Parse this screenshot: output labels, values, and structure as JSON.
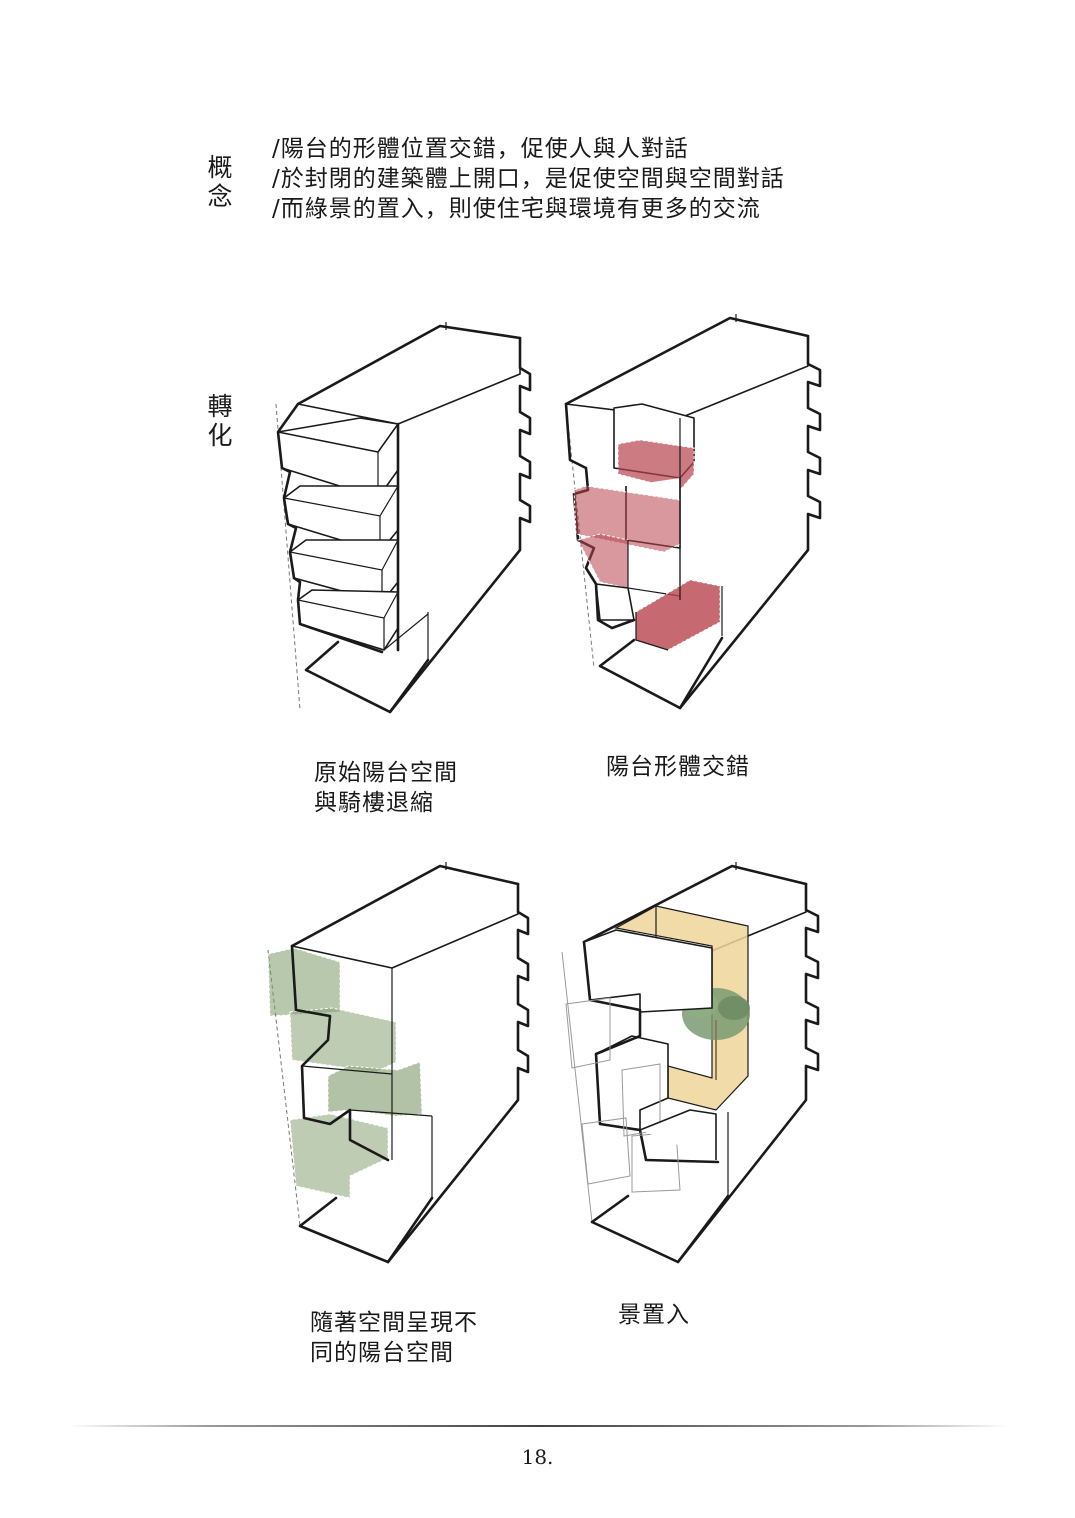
{
  "concept": {
    "label": "概\n念",
    "lines": [
      "/陽台的形體位置交錯，促使人與人對話",
      "/於封閉的建築體上開口，是促使空間與空間對話",
      "/而綠景的置入，則使住宅與環境有更多的交流"
    ]
  },
  "transform": {
    "label": "轉\n化"
  },
  "diagrams": [
    {
      "caption_line1": "原始陽台空間",
      "caption_line2": "與騎樓退縮"
    },
    {
      "caption_line1": "陽台形體交錯",
      "caption_line2": ""
    },
    {
      "caption_line1": "隨著空間呈現不",
      "caption_line2": "同的陽台空間"
    },
    {
      "caption_line1": "景置入",
      "caption_line2": ""
    }
  ],
  "colors": {
    "red": "#b8434e",
    "green": "#7e9a6a",
    "yellow": "#efd59a",
    "tree": "#7a9a72"
  },
  "page_number": "18."
}
